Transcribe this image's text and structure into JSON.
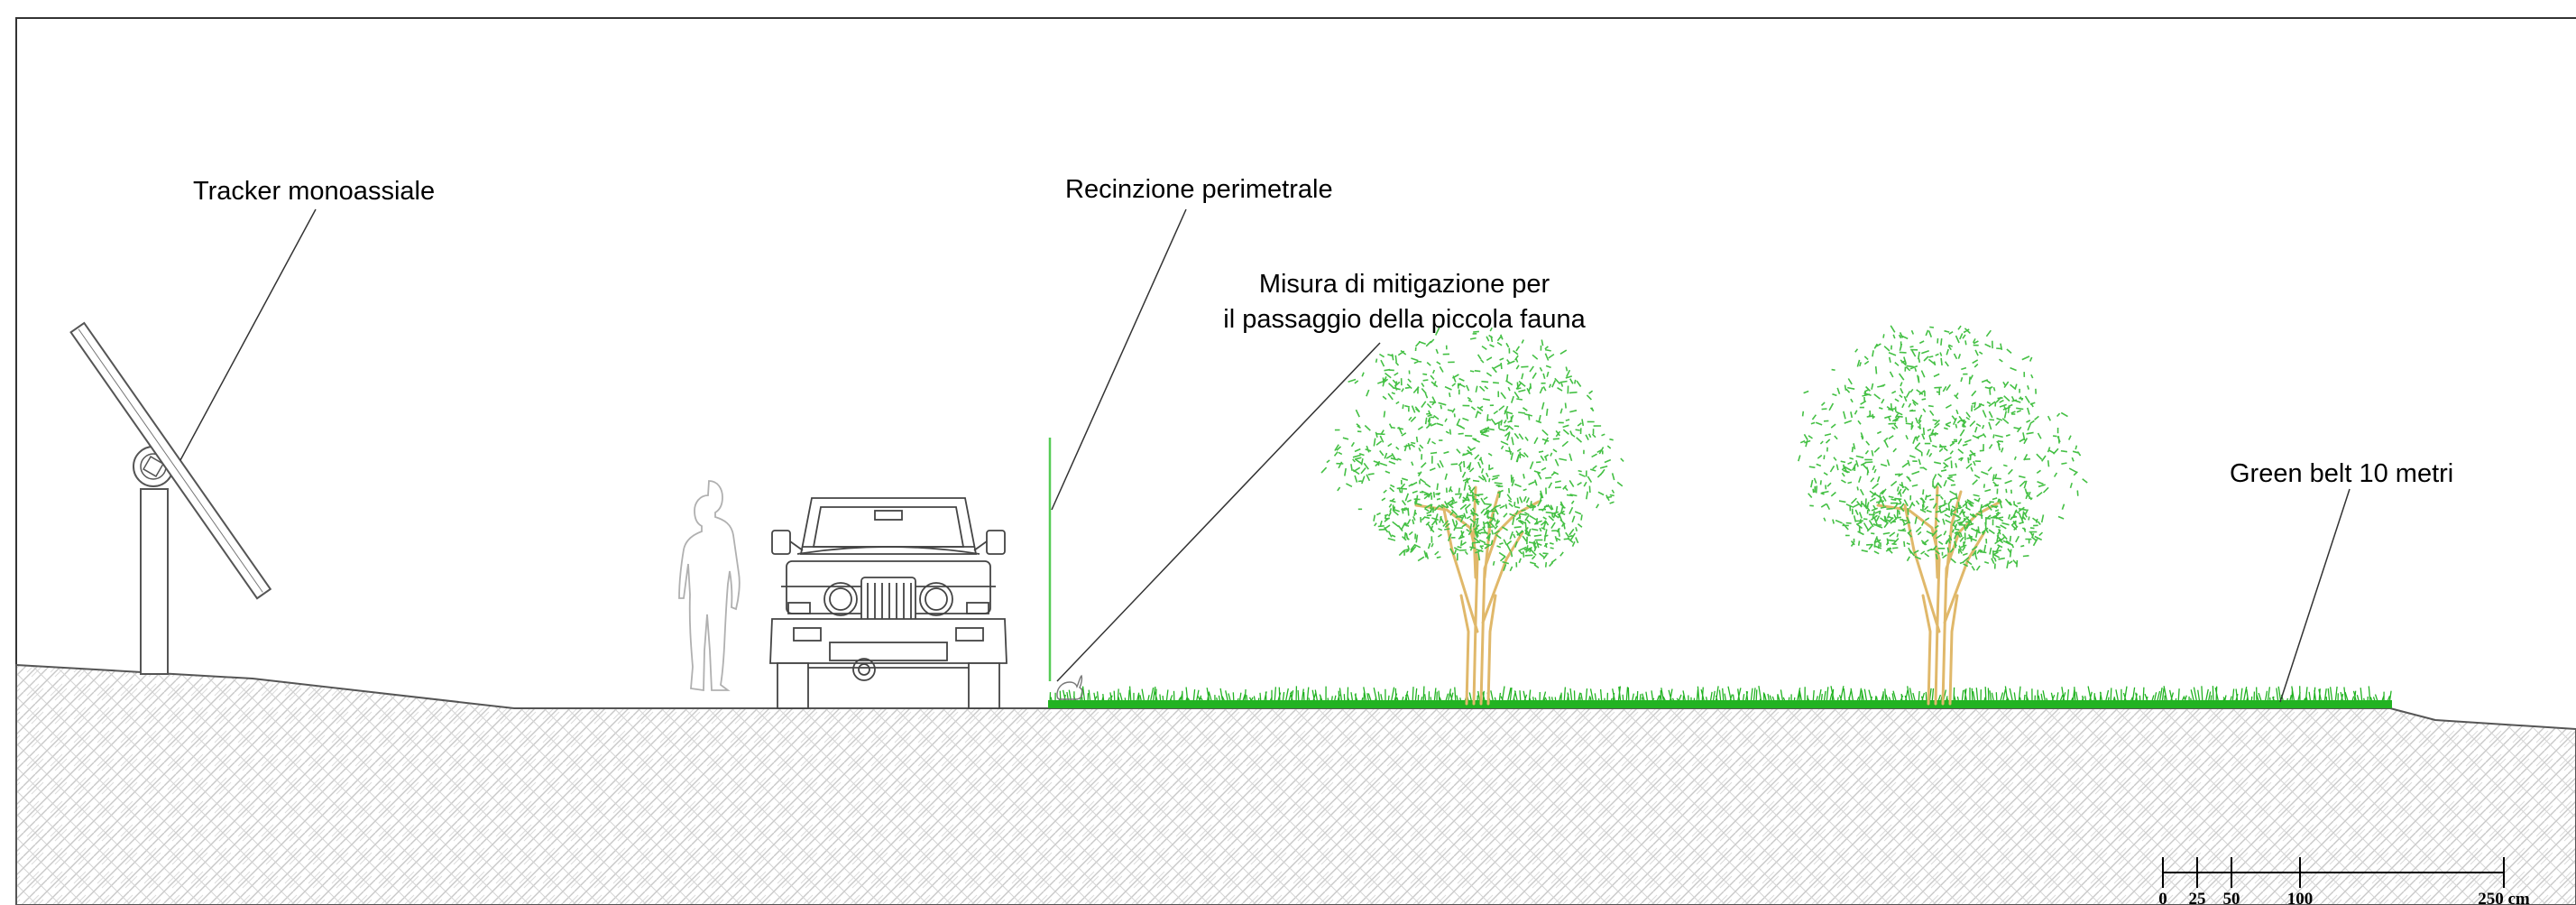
{
  "labels": {
    "tracker": "Tracker monoassiale",
    "fence": "Recinzione perimetrale",
    "mitigation_line1": "Misura di mitigazione per",
    "mitigation_line2": "il passaggio della piccola fauna",
    "green_belt": "Green belt 10 metri"
  },
  "scale_bar": {
    "ticks": [
      "0",
      "25",
      "50",
      "100",
      "250 cm"
    ]
  },
  "colors": {
    "grass": "#22b322",
    "foliage": "#44c044",
    "trunk": "#e0b86a",
    "fence": "#55cc55",
    "outline": "#555555",
    "hatch": "#c8c8c8"
  },
  "icons": {
    "tracker": "solar-tracker-icon",
    "person": "person-silhouette-icon",
    "vehicle": "jeep-front-icon",
    "tree": "tree-icon",
    "rabbit": "rabbit-icon"
  }
}
